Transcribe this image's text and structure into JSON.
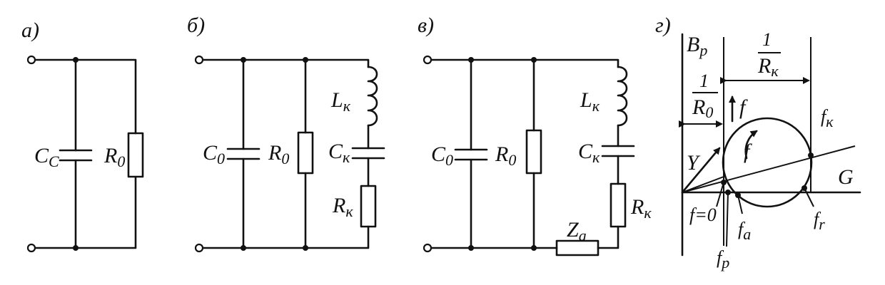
{
  "panels": {
    "a": {
      "label": "а)",
      "capacitor": "C",
      "capacitor_sub": "C",
      "resistor": "R",
      "resistor_sub": "0"
    },
    "b": {
      "label": "б)",
      "capacitor": "C",
      "capacitor_sub": "0",
      "resistor": "R",
      "resistor_sub": "0",
      "inductor_k": "L",
      "inductor_k_sub": "к",
      "capacitor_k": "C",
      "capacitor_k_sub": "к",
      "resistor_k": "R",
      "resistor_k_sub": "к"
    },
    "c": {
      "label": "в)",
      "capacitor": "C",
      "capacitor_sub": "0",
      "resistor": "R",
      "resistor_sub": "0",
      "inductor_k": "L",
      "inductor_k_sub": "к",
      "capacitor_k": "C",
      "capacitor_k_sub": "к",
      "resistor_k": "R",
      "resistor_k_sub": "к",
      "impedance": "Z",
      "impedance_sub": "a"
    },
    "d": {
      "label": "г)",
      "axis_vertical": "B",
      "axis_vertical_sub": "р",
      "axis_horizontal": "G",
      "admittance": "Y",
      "frequency_arrow": "f",
      "frequency_circle": "f",
      "frac_Rk_num": "1",
      "frac_Rk_den": "R",
      "frac_Rk_den_sub": "к",
      "frac_R0_num": "1",
      "frac_R0_den": "R",
      "frac_R0_den_sub": "0",
      "point_f0": "f=0",
      "point_fp": "f",
      "point_fp_sub": "р",
      "point_fa": "f",
      "point_fa_sub": "a",
      "point_fr": "f",
      "point_fr_sub": "r",
      "point_fk": "f",
      "point_fk_sub": "к"
    }
  }
}
